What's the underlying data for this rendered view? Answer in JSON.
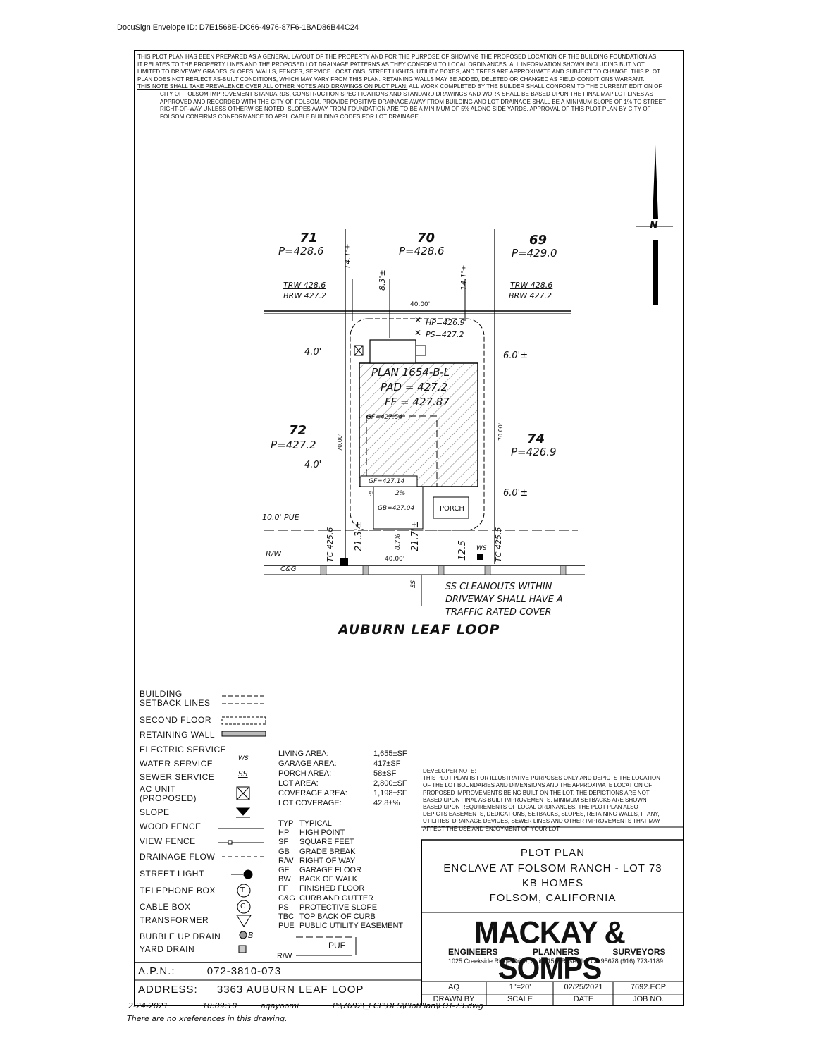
{
  "envelope_id": "DocuSign Envelope ID: D7E1568E-DC66-4976-87F6-1BAD86B44C24",
  "general_note": {
    "lines": [
      "THIS PLOT PLAN HAS BEEN PREPARED AS A GENERAL LAYOUT OF THE PROPERTY AND FOR THE PURPOSE OF SHOWING THE PROPOSED LOCATION OF THE BUILDING FOUNDATION AS",
      "IT RELATES TO THE PROPERTY LINES AND THE PROPOSED LOT DRAINAGE PATTERNS AS THEY CONFORM TO LOCAL ORDINANCES. ALL INFORMATION SHOWN INCLUDING BUT NOT",
      "LIMITED TO DRIVEWAY GRADES, SLOPES, WALLS, FENCES, SERVICE LOCATIONS, STREET LIGHTS, UTILITY BOXES, AND TREES ARE APPROXIMATE AND SUBJECT TO CHANGE. THIS PLOT",
      "PLAN DOES NOT REFLECT AS-BUILT CONDITIONS, WHICH MAY VARY FROM THIS PLAN. RETAINING WALLS MAY BE ADDED, DELETED OR CHANGED AS FIELD CONDITIONS WARRANT."
    ],
    "underlined": "THIS NOTE SHALL TAKE PREVALENCE OVER ALL OTHER NOTES AND DRAWINGS ON PLOT PLAN:",
    "rest_first": " ALL WORK COMPLETED BY THE BUILDER SHALL CONFORM TO THE CURRENT EDITION OF",
    "indented": [
      "CITY OF FOLSOM IMPROVEMENT STANDARDS, CONSTRUCTION SPECIFICATIONS AND STANDARD DRAWINGS AND WORK SHALL BE BASED UPON THE FINAL MAP LOT LINES AS",
      "APPROVED AND RECORDED WITH THE CITY OF FOLSOM. PROVIDE POSITIVE DRAINAGE AWAY FROM BUILDING AND LOT DRAINAGE SHALL BE A MINIMUM SLOPE OF 1% TO STREET",
      "RIGHT-OF-WAY UNLESS OTHERWISE NOTED. SLOPES AWAY FROM FOUNDATION ARE TO BE A MINIMUM OF 5% ALONG SIDE YARDS. APPROVAL OF THIS PLOT PLAN BY CITY OF",
      "FOLSOM CONFIRMS CONFORMANCE TO APPLICABLE BUILDING CODES FOR LOT DRAINAGE."
    ]
  },
  "north_symbol": "N",
  "lots": {
    "l71": {
      "num": "71",
      "p": "P=428.6"
    },
    "l70": {
      "num": "70",
      "p": "P=428.6"
    },
    "l69": {
      "num": "69",
      "p": "P=429.0"
    },
    "l72": {
      "num": "72",
      "p": "P=427.2"
    },
    "l74": {
      "num": "74",
      "p": "P=426.9"
    }
  },
  "plan": {
    "trw_left": "TRW 428.6",
    "brw_left": "BRW 427.2",
    "trw_right": "TRW 428.6",
    "brw_right": "BRW 427.2",
    "dim_top": "40.00'",
    "dim_bottom": "40.00'",
    "d141_left": "14.1'±",
    "d83": "8.3'±",
    "d141_right": "14.1'±",
    "hp": "HP=426.9",
    "ps": "PS=427.2",
    "set_left_top": "4.0'",
    "set_left_bot": "4.0'",
    "set_right_top": "6.0'±",
    "set_right_bot": "6.0'±",
    "plan_name": "PLAN 1654-B-L",
    "pad": "PAD = 427.2",
    "ff": "FF = 427.87",
    "gf_top": "GF=427.54",
    "gf_bot": "GF=427.14",
    "gb": "GB=427.04",
    "five": "5'",
    "two_pct": "2%",
    "porch": "PORCH",
    "depth_left": "70.00'",
    "depth_right": "70.00'",
    "pue": "10.0' PUE",
    "rw": "R/W",
    "cg": "C&G",
    "tc_left": "TC 425.6",
    "tc_right": "TC 425.5",
    "d213": "21.3'±",
    "d217": "21.7'±",
    "d125": "12.5",
    "slope87": "8.7%",
    "ws": "WS",
    "ss": "SS",
    "ss_note": [
      "SS CLEANOUTS WITHIN",
      "DRIVEWAY SHALL HAVE A",
      "TRAFFIC RATED COVER"
    ],
    "street": "AUBURN LEAF LOOP"
  },
  "legend": [
    "BUILDING",
    "SETBACK LINES",
    "SECOND FLOOR",
    "RETAINING WALL",
    "ELECTRIC SERVICE",
    "WATER SERVICE",
    "SEWER SERVICE",
    "AC UNIT",
    "(PROPOSED)",
    "SLOPE",
    "WOOD FENCE",
    "VIEW FENCE",
    "DRAINAGE FLOW",
    "STREET LIGHT",
    "TELEPHONE BOX",
    "CABLE BOX",
    "TRANSFORMER",
    "BUBBLE UP DRAIN",
    "YARD DRAIN"
  ],
  "legend_symbols": {
    "ws": "WS",
    "ss": "SS",
    "t": "T",
    "c": "C",
    "b": "B"
  },
  "areas": [
    {
      "label": "LIVING AREA:",
      "value": "1,655±SF"
    },
    {
      "label": "GARAGE AREA:",
      "value": "417±SF"
    },
    {
      "label": "PORCH AREA:",
      "value": "58±SF"
    },
    {
      "label": "LOT AREA:",
      "value": "2,800±SF"
    },
    {
      "label": "COVERAGE AREA:",
      "value": "1,198±SF"
    },
    {
      "label": "LOT COVERAGE:",
      "value": "42.8±%"
    }
  ],
  "abbreviations": [
    {
      "k": "TYP",
      "v": "TYPICAL"
    },
    {
      "k": "HP",
      "v": "HIGH POINT"
    },
    {
      "k": "SF",
      "v": "SQUARE FEET"
    },
    {
      "k": "GB",
      "v": "GRADE BREAK"
    },
    {
      "k": "R/W",
      "v": "RIGHT OF WAY"
    },
    {
      "k": "GF",
      "v": "GARAGE FLOOR"
    },
    {
      "k": "BW",
      "v": "BACK OF WALK"
    },
    {
      "k": "FF",
      "v": "FINISHED FLOOR"
    },
    {
      "k": "C&G",
      "v": "CURB AND GUTTER"
    },
    {
      "k": "PS",
      "v": "PROTECTIVE SLOPE"
    },
    {
      "k": "TBC",
      "v": "TOP BACK OF CURB"
    },
    {
      "k": "PUE",
      "v": "PUBLIC UTILITY EASEMENT"
    }
  ],
  "pue_diag": {
    "pue": "PUE",
    "rw": "R/W"
  },
  "developer_note": {
    "title": "DEVELOPER NOTE:",
    "lines": [
      "THIS PLOT PLAN IS FOR ILLUSTRATIVE PURPOSES ONLY AND DEPICTS THE LOCATION",
      "OF THE LOT BOUNDARIES AND DIMENSIONS AND THE APPROXIMATE LOCATION OF",
      "PROPOSED IMPROVEMENTS BEING BUILT ON THE LOT. THE DEPICTIONS ARE NOT",
      "BASED UPON FINAL AS-BUILT IMPROVEMENTS. MINIMUM SETBACKS ARE SHOWN",
      "BASED UPON REQUIREMENTS OF LOCAL ORDINANCES. THE PLOT PLAN ALSO",
      "DEPICTS EASEMENTS, DEDICATIONS, SETBACKS, SLOPES, RETAINING WALLS, IF ANY,",
      "UTILITIES, DRAINAGE DEVICES, SEWER LINES AND OTHER IMPROVEMENTS THAT MAY",
      "AFFECT THE USE AND ENJOYMENT OF YOUR LOT."
    ]
  },
  "title_block": {
    "l1": "PLOT PLAN",
    "l2": "ENCLAVE AT FOLSOM RANCH - LOT 73",
    "l3": "KB HOMES",
    "l4": "FOLSOM, CALIFORNIA",
    "firm": "MACKAY & SOMPS",
    "tag1": "ENGINEERS",
    "tag2": "PLANNERS",
    "tag3": "SURVEYORS",
    "address": "1025 Creekside Ridge Drive, Suite 150, Roseville, CA 95678 (916) 773-1189"
  },
  "footer_table": {
    "drawn_by": "AQ",
    "scale": "1\"=20'",
    "date": "02/25/2021",
    "job": "7692.ECP",
    "h_drawn_by": "DRAWN BY",
    "h_scale": "SCALE",
    "h_date": "DATE",
    "h_job": "JOB NO."
  },
  "apn": {
    "label": "A.P.N.:",
    "value": "072-3810-073"
  },
  "address": {
    "label": "ADDRESS:",
    "value": "3363 AUBURN LEAF LOOP"
  },
  "plotinfo": {
    "date": "2-24-2021",
    "time": "10:09:10",
    "user": "aqayoomi",
    "path": "P:\\7692\\_ECP\\DES\\PlotPlan\\LOT-73.dwg",
    "xref": "There are no xreferences in this drawing."
  }
}
